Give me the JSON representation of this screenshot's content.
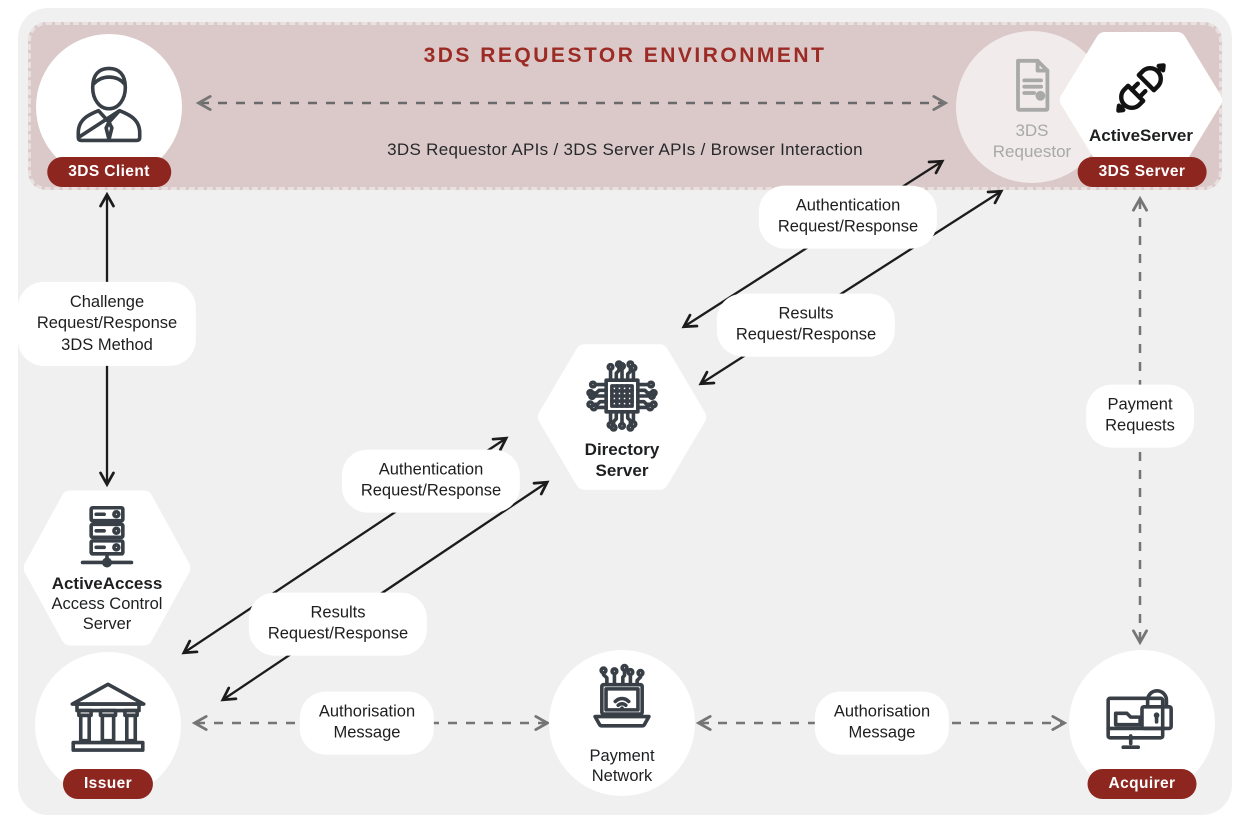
{
  "colors": {
    "banner_bg": "#dbc9c9",
    "panel_bg": "#f0f0f0",
    "accent_red": "#9c2b25",
    "badge_red": "#8e2620",
    "arrow_black": "#1c1c1c",
    "arrow_gray": "#757575",
    "muted_gray": "#a8a8a8"
  },
  "banner": {
    "title": "3DS REQUESTOR ENVIRONMENT",
    "subtitle": "3DS Requestor APIs / 3DS Server APIs / Browser Interaction"
  },
  "nodes": {
    "client": {
      "badge": "3DS Client",
      "icon": "person-icon"
    },
    "requestor": {
      "line1": "3DS",
      "line2": "Requestor",
      "icon": "document-icon"
    },
    "active_server": {
      "name": "ActiveServer",
      "badge": "3DS Server",
      "icon": "plug-icon"
    },
    "directory": {
      "line1": "Directory",
      "line2": "Server",
      "icon": "chip-icon"
    },
    "acs": {
      "name": "ActiveAccess",
      "line1": "Access Control",
      "line2": "Server",
      "icon": "server-stack-icon"
    },
    "issuer": {
      "badge": "Issuer",
      "icon": "bank-icon"
    },
    "payment_network": {
      "line1": "Payment",
      "line2": "Network",
      "icon": "laptop-network-icon"
    },
    "acquirer": {
      "badge": "Acquirer",
      "icon": "secure-terminal-icon"
    }
  },
  "edge_labels": {
    "challenge": {
      "line1": "Challenge",
      "line2": "Request/Response",
      "line3": "3DS Method"
    },
    "auth_ds_3ds": {
      "line1": "Authentication",
      "line2": "Request/Response"
    },
    "results_ds_3ds": {
      "line1": "Results",
      "line2": "Request/Response"
    },
    "auth_acs_ds": {
      "line1": "Authentication",
      "line2": "Request/Response"
    },
    "results_acs_ds": {
      "line1": "Results",
      "line2": "Request/Response"
    },
    "payment_requests": {
      "line1": "Payment",
      "line2": "Requests"
    },
    "auth_msg_issuer_pn": {
      "line1": "Authorisation",
      "line2": "Message"
    },
    "auth_msg_pn_acq": {
      "line1": "Authorisation",
      "line2": "Message"
    }
  }
}
